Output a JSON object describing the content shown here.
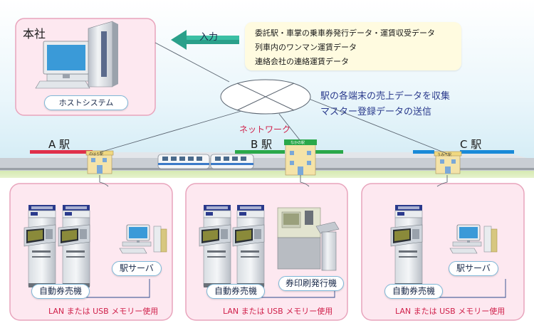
{
  "hq": {
    "title": "本社",
    "host_label": "ホストシステム"
  },
  "input_arrow_label": "入力",
  "info_lines": [
    "委託駅・車掌の乗車券発行データ・運賃収受データ",
    "列車内のワンマン運賃データ",
    "連絡会社の連絡運賃データ"
  ],
  "network": {
    "label": "ネットワーク",
    "note_lines": [
      "駅の各端末の売上データを収集",
      "マスター登録データの送信"
    ]
  },
  "stations": [
    {
      "name": "A 駅",
      "sign": "のはら駅",
      "accent": "#e0304a"
    },
    {
      "name": "B 駅",
      "sign": "なかの駅",
      "accent": "#2aa84a"
    },
    {
      "name": "C 駅",
      "sign": "うみべ駅",
      "accent": "#1a8ad8"
    }
  ],
  "panels": [
    {
      "device_labels": [
        "自動券売機",
        "駅サーバ"
      ],
      "footer": "LAN または USB メモリー使用"
    },
    {
      "device_labels": [
        "自動券売機",
        "券印刷発行機"
      ],
      "footer": "LAN または USB メモリー使用"
    },
    {
      "device_labels": [
        "自動券売機",
        "駅サーバ"
      ],
      "footer": "LAN または USB メモリー使用"
    }
  ],
  "colors": {
    "panel_fill": "#fde8f0",
    "panel_border": "#e8a4bc",
    "lan_text": "#d0204a",
    "note_text": "#2a3a8c",
    "arrow": "#2aa08a"
  }
}
